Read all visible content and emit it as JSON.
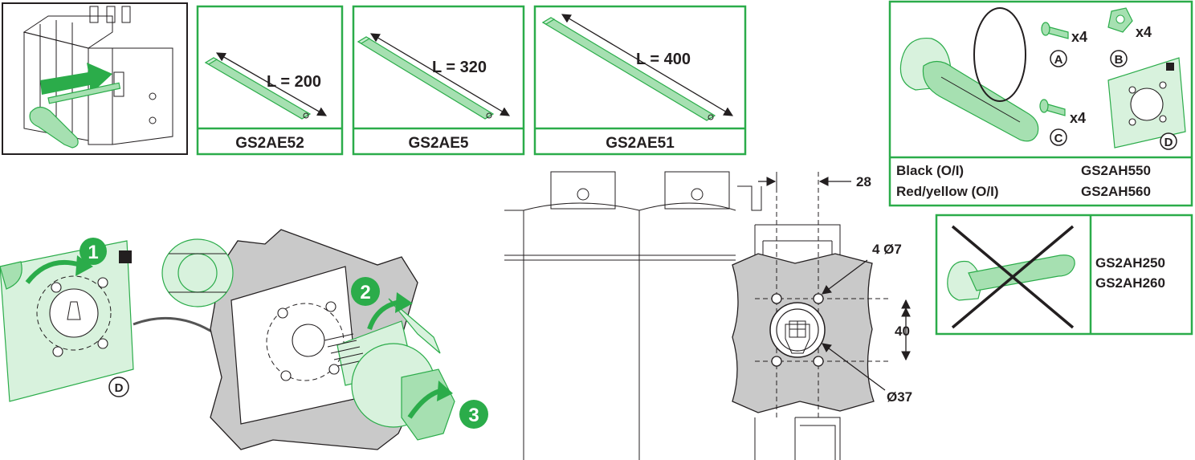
{
  "shafts": [
    {
      "code": "GS2AE52",
      "length": "L = 200"
    },
    {
      "code": "GS2AE5",
      "length": "L = 320"
    },
    {
      "code": "GS2AE51",
      "length": "L = 400"
    }
  ],
  "kit": {
    "parts": {
      "a": "A",
      "b": "B",
      "c": "C",
      "d": "D"
    },
    "qty_a": "x4",
    "qty_b": "x4",
    "qty_c": "x4",
    "handles": [
      {
        "color": "Black (O/I)",
        "code": "GS2AH550"
      },
      {
        "color": "Red/yellow (O/I)",
        "code": "GS2AH560"
      }
    ]
  },
  "excluded": {
    "codes": [
      "GS2AH250",
      "GS2AH260"
    ]
  },
  "steps": {
    "one": "1",
    "two": "2",
    "three": "3",
    "template_label": "D"
  },
  "drawing": {
    "offset": "28",
    "holes": "4 Ø7",
    "spacing": "40",
    "center_hole": "Ø37"
  },
  "colors": {
    "accent_green": "#2bac4a",
    "light_green": "#a6e0b1",
    "panel_gray": "#c9c9c9"
  }
}
